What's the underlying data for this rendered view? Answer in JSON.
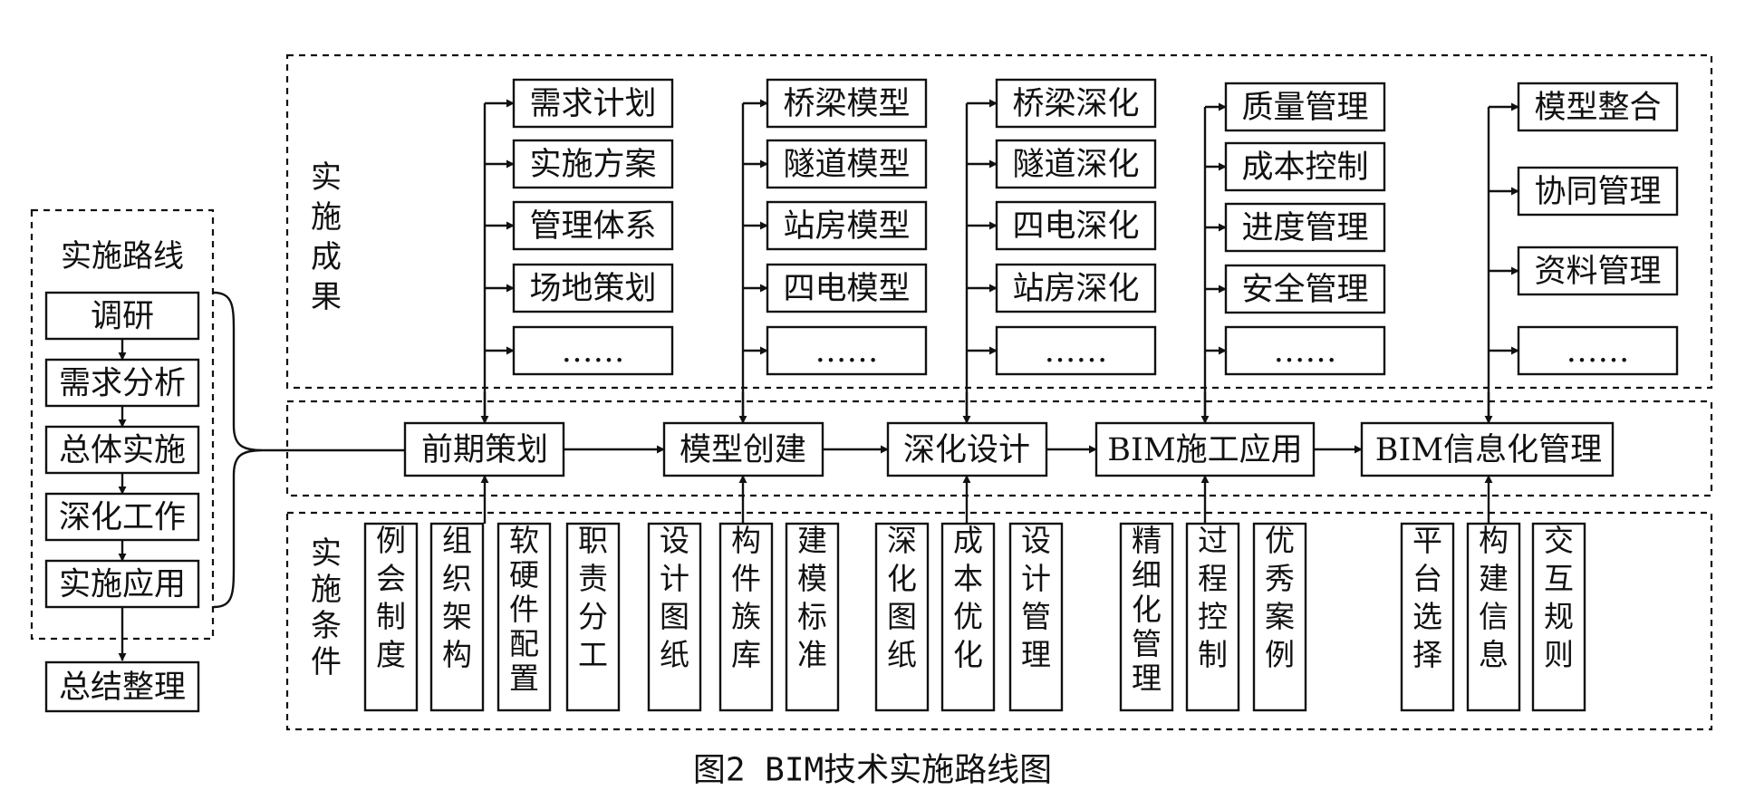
{
  "route": {
    "title": "实施路线",
    "steps": [
      "调研",
      "需求分析",
      "总体实施",
      "深化工作",
      "实施应用"
    ],
    "summary": "总结整理"
  },
  "labels": {
    "results": "实施成果",
    "conditions": "实施条件"
  },
  "stages": [
    "前期策划",
    "模型创建",
    "深化设计",
    "BIM施工应用",
    "BIM信息化管理"
  ],
  "results": [
    [
      "需求计划",
      "实施方案",
      "管理体系",
      "场地策划",
      "……"
    ],
    [
      "桥梁模型",
      "隧道模型",
      "站房模型",
      "四电模型",
      "……"
    ],
    [
      "桥梁深化",
      "隧道深化",
      "四电深化",
      "站房深化",
      "……"
    ],
    [
      "质量管理",
      "成本控制",
      "进度管理",
      "安全管理",
      "……"
    ],
    [
      "模型整合",
      "协同管理",
      "资料管理",
      "……"
    ]
  ],
  "conditions": [
    [
      "例会制度",
      "组织架构",
      "软硬件配置",
      "职责分工"
    ],
    [
      "设计图纸",
      "构件族库",
      "建模标准"
    ],
    [
      "深化图纸",
      "成本优化",
      "设计管理"
    ],
    [
      "精细化管理",
      "过程控制",
      "优秀案例"
    ],
    [
      "平台选择",
      "构建信息",
      "交互规则"
    ]
  ],
  "caption": "图2  BIM技术实施路线图"
}
